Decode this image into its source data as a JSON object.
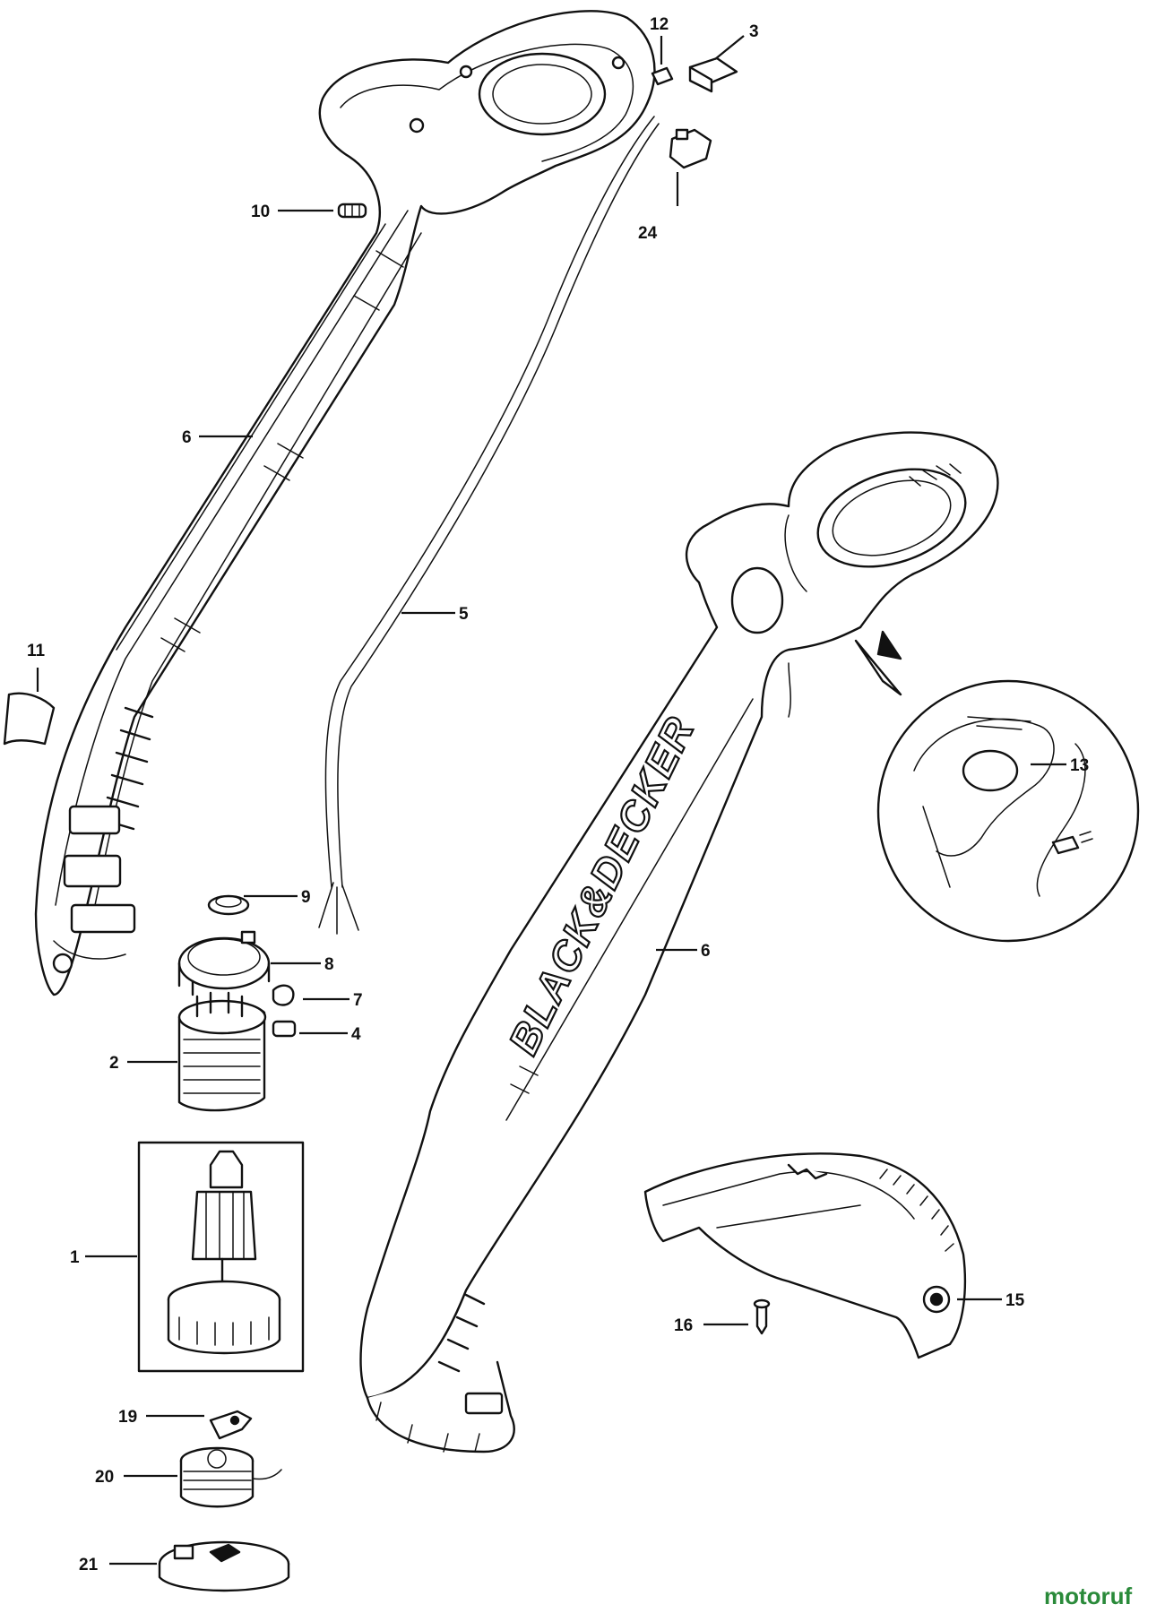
{
  "diagram": {
    "brand_logo_text": "BLACK&DECKER",
    "watermark_text": "motoruf",
    "callouts": [
      {
        "id": "1",
        "label": "1"
      },
      {
        "id": "2",
        "label": "2"
      },
      {
        "id": "3",
        "label": "3"
      },
      {
        "id": "4",
        "label": "4"
      },
      {
        "id": "5",
        "label": "5"
      },
      {
        "id": "6a",
        "label": "6"
      },
      {
        "id": "6b",
        "label": "6"
      },
      {
        "id": "7",
        "label": "7"
      },
      {
        "id": "8",
        "label": "8"
      },
      {
        "id": "9",
        "label": "9"
      },
      {
        "id": "10",
        "label": "10"
      },
      {
        "id": "11",
        "label": "11"
      },
      {
        "id": "12",
        "label": "12"
      },
      {
        "id": "13",
        "label": "13"
      },
      {
        "id": "15",
        "label": "15"
      },
      {
        "id": "16",
        "label": "16"
      },
      {
        "id": "19",
        "label": "19"
      },
      {
        "id": "20",
        "label": "20"
      },
      {
        "id": "21",
        "label": "21"
      },
      {
        "id": "24",
        "label": "24"
      }
    ]
  }
}
